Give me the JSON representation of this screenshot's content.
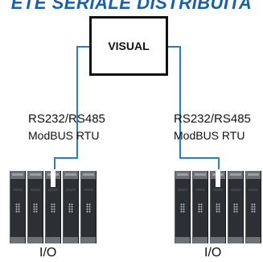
{
  "title": "ETE SERIALE DISTRIBUITA",
  "diagram": {
    "center_node": {
      "label": "VISUAL"
    },
    "links": [
      {
        "protocol_line1": "RS232/RS485",
        "protocol_line2": "ModBUS RTU"
      },
      {
        "protocol_line1": "RS232/RS485",
        "protocol_line2": "ModBUS RTU"
      }
    ],
    "io_groups": [
      {
        "label": "I/O",
        "module_count": 5,
        "connected_module_index": 2
      },
      {
        "label": "I/O",
        "module_count": 5,
        "connected_module_index": 2
      }
    ]
  },
  "colors": {
    "title": "#1a5fa8",
    "wire": "#2a7fc0",
    "module_body": "#2c2f33"
  }
}
